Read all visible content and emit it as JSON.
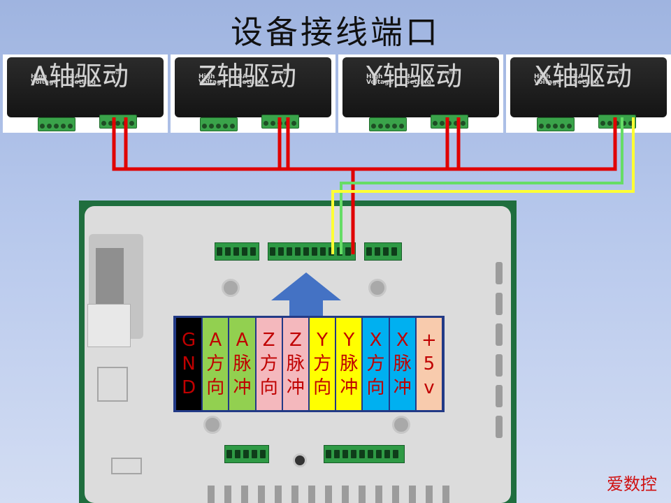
{
  "title": "设备接线端口",
  "drivers": [
    {
      "label": "A轴驱动",
      "voltage_text": "High Voltage",
      "setting_text": "BA Setting",
      "signal_text": "Signal"
    },
    {
      "label": "Z轴驱动",
      "voltage_text": "High Voltage",
      "setting_text": "BA Setting",
      "signal_text": "Signal"
    },
    {
      "label": "Y轴驱动",
      "voltage_text": "High Voltage",
      "setting_text": "BA Setting",
      "signal_text": "Signal"
    },
    {
      "label": "X轴驱动",
      "voltage_text": "High Voltage",
      "setting_text": "BA Setting",
      "signal_text": "Signal"
    }
  ],
  "pin_labels": [
    {
      "lines": [
        "G",
        "N",
        "D"
      ],
      "bg": "#000000"
    },
    {
      "lines": [
        "A",
        "方",
        "向"
      ],
      "bg": "#92d050"
    },
    {
      "lines": [
        "A",
        "脉",
        "冲"
      ],
      "bg": "#92d050"
    },
    {
      "lines": [
        "Z",
        "方",
        "向"
      ],
      "bg": "#f4b8bd"
    },
    {
      "lines": [
        "Z",
        "脉",
        "冲"
      ],
      "bg": "#f4b8bd"
    },
    {
      "lines": [
        "Y",
        "方",
        "向"
      ],
      "bg": "#ffff00"
    },
    {
      "lines": [
        "Y",
        "脉",
        "冲"
      ],
      "bg": "#ffff00"
    },
    {
      "lines": [
        "X",
        "方",
        "向"
      ],
      "bg": "#00b0f0"
    },
    {
      "lines": [
        "X",
        "脉",
        "冲"
      ],
      "bg": "#00b0f0"
    },
    {
      "lines": [
        "+",
        "5",
        "v"
      ],
      "bg": "#f8cbad"
    }
  ],
  "wire_colors": {
    "red": "#e00000",
    "green": "#66dd66",
    "yellow": "#ffff33"
  },
  "watermark": "爱数控"
}
